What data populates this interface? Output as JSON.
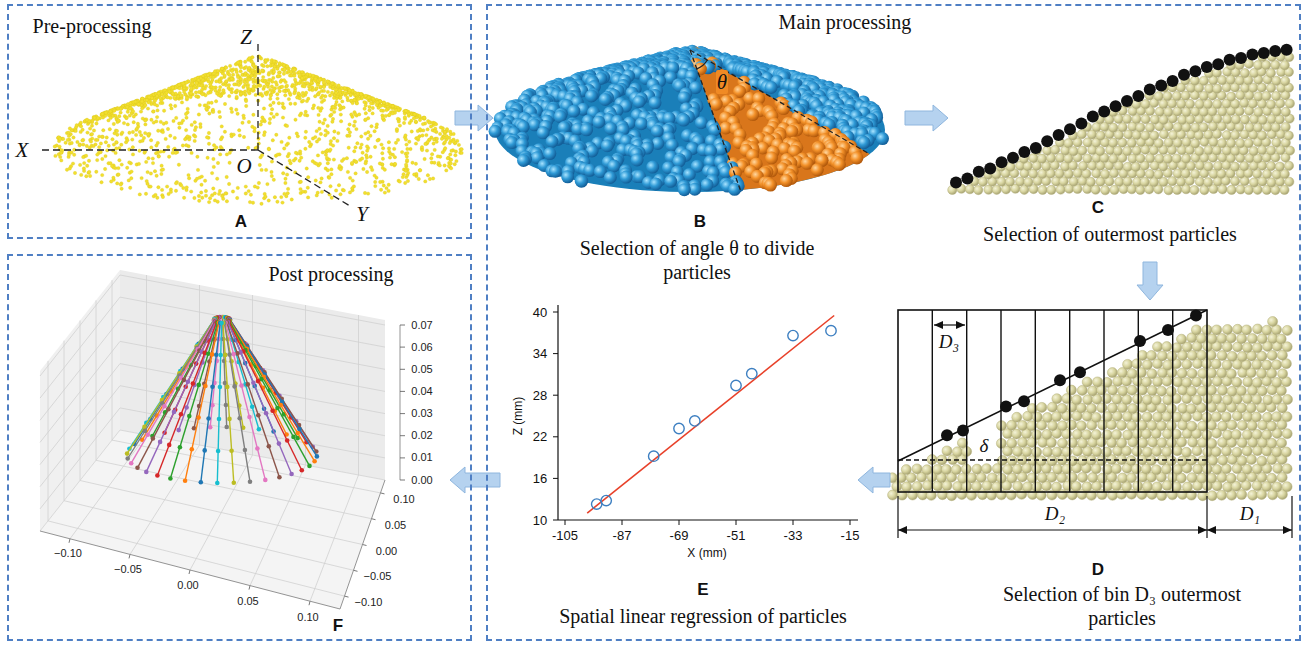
{
  "diagram": {
    "nodes": [
      {
        "text": [
          "Pre-processing"
        ]
      },
      {
        "text": [
          "Main processing"
        ]
      },
      {
        "text": [
          "Post processing"
        ]
      },
      {
        "text": [
          "A"
        ],
        "in": 0
      },
      {
        "text": [
          "B",
          "Selection of angle θ to divide particles"
        ],
        "in": 1
      },
      {
        "text": [
          "C",
          "Selection of outermost particles"
        ],
        "in": 1
      },
      {
        "text": [
          "D",
          "Selection of bin D₃ outermost particles"
        ],
        "in": 1
      },
      {
        "text": [
          "E",
          "Spatial linear regression of particles"
        ],
        "in": 1
      },
      {
        "text": [
          "F"
        ],
        "in": 2
      }
    ],
    "edges": [
      {
        "from": 3,
        "to": 4,
        "arrow": "to"
      },
      {
        "from": 4,
        "to": 5,
        "arrow": "to"
      },
      {
        "from": 5,
        "to": 6,
        "arrow": "to"
      },
      {
        "from": 6,
        "to": 7,
        "arrow": "to"
      },
      {
        "from": 7,
        "to": 8,
        "arrow": "to"
      }
    ],
    "labels": [
      "X",
      "Z",
      "O",
      "Y",
      "θ",
      "D₃",
      "δ",
      "D₂",
      "D₁",
      "40",
      "34",
      "28",
      "22",
      "16",
      "10",
      "-105",
      "-87",
      "-69",
      "-51",
      "-33",
      "-15",
      "Z (mm)",
      "X (mm)",
      "0.07",
      "0.06",
      "0.05",
      "0.04",
      "0.03",
      "0.02",
      "0.01",
      "0.00",
      "0.10",
      "0.05",
      "0.00",
      "−0.05",
      "−0.10",
      "−0.10",
      "−0.05",
      "0.00",
      "0.05",
      "0.10"
    ]
  }
}
